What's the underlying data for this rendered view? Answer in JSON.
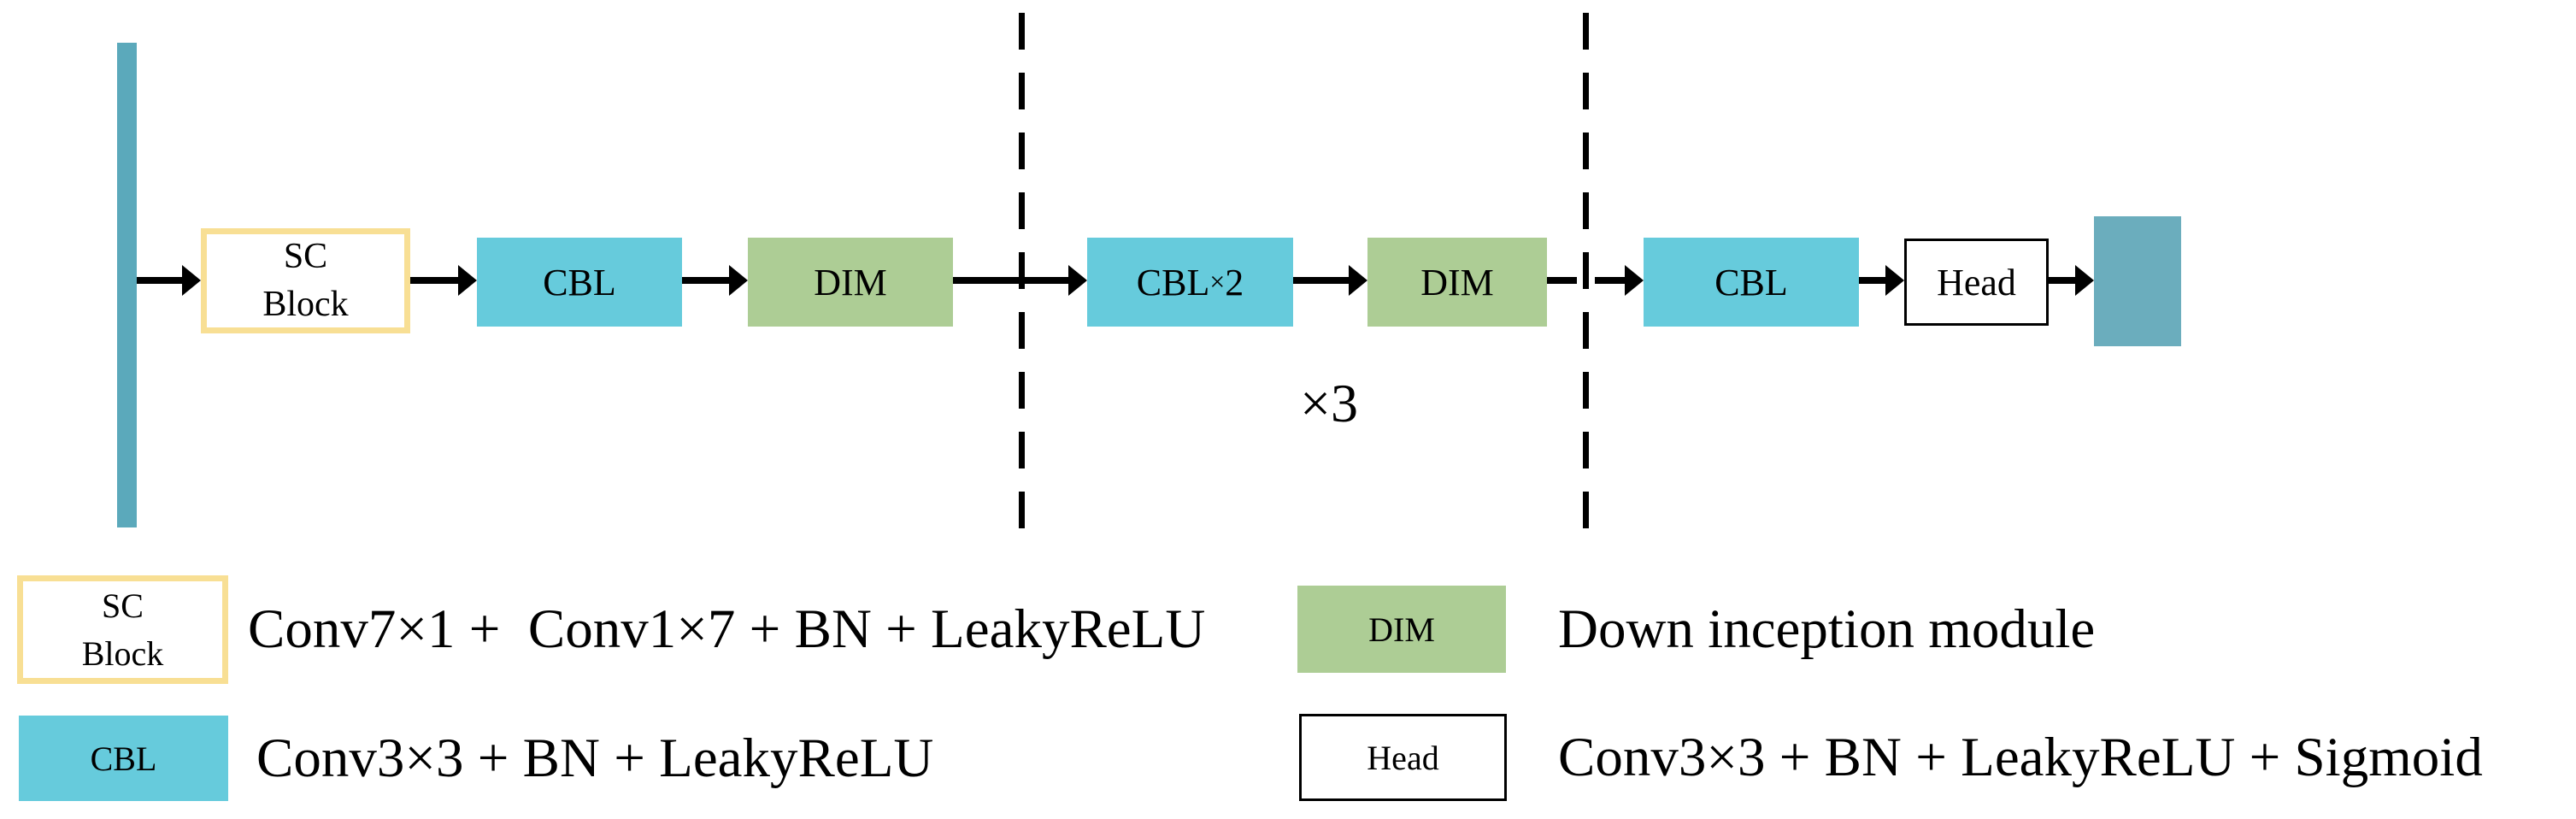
{
  "diagram": {
    "nodes": [
      {
        "id": "sc-block",
        "line1": "SC",
        "line2": "Block"
      },
      {
        "id": "cbl-1",
        "label": "CBL"
      },
      {
        "id": "dim-1",
        "label": "DIM"
      },
      {
        "id": "cbl-x2",
        "base": "CBL",
        "sup": "×",
        "suffix": "2"
      },
      {
        "id": "dim-2",
        "label": "DIM"
      },
      {
        "id": "cbl-3",
        "label": "CBL"
      },
      {
        "id": "head",
        "label": "Head"
      }
    ],
    "repeat_label": "×3"
  },
  "legend": {
    "items": [
      {
        "label": "SC Block",
        "line1": "SC",
        "line2": "Block",
        "description": "Conv7×1 +  Conv1×7 + BN + LeakyReLU"
      },
      {
        "label": "CBL",
        "description": "Conv3×3 + BN + LeakyReLU"
      },
      {
        "label": "DIM",
        "description": "Down inception module"
      },
      {
        "label": "Head",
        "description": "Conv3×3 + BN + LeakyReLU + Sigmoid"
      }
    ]
  },
  "colors": {
    "cbl_fill": "#66CBDC",
    "dim_fill": "#ADCD95",
    "sc_border": "#F8DF94",
    "input_bar_fill": "#5BA9BB",
    "output_fill": "#6BADBD",
    "line": "#000000"
  }
}
